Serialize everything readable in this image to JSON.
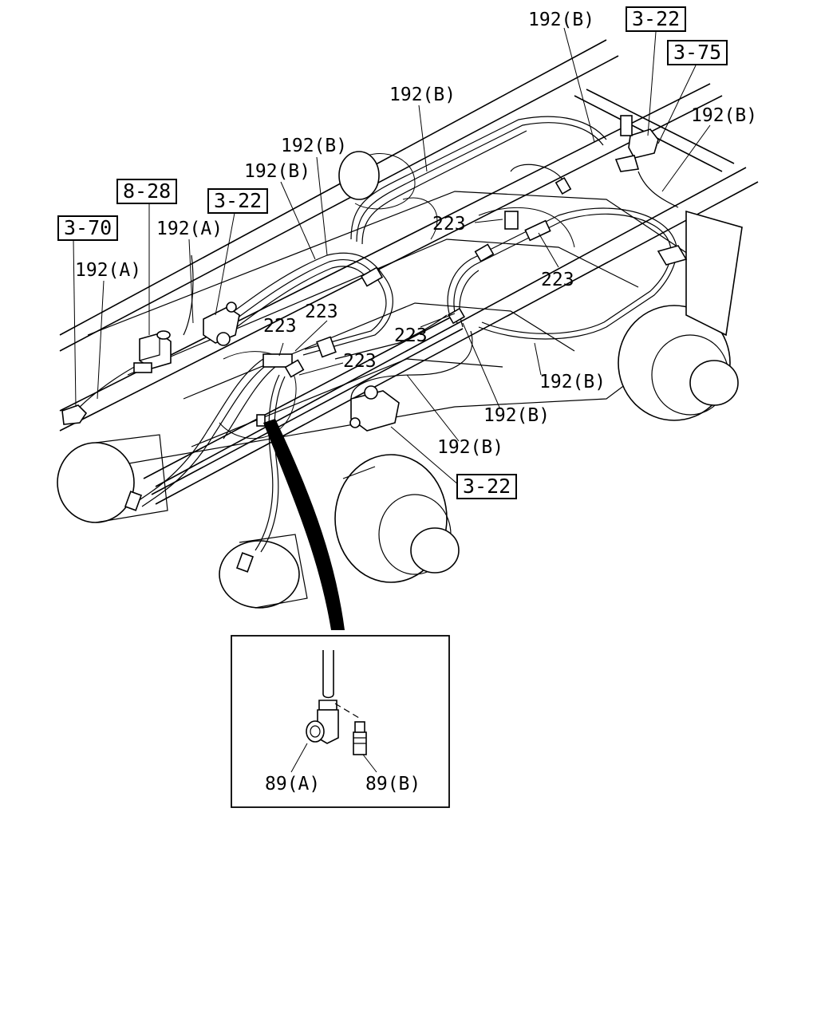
{
  "callouts": {
    "top_192b_1": "192(B)",
    "ref_3_22_top": "3-22",
    "ref_3_75": "3-75",
    "top_192b_2": "192(B)",
    "right_192b": "192(B)",
    "mid_192b_1": "192(B)",
    "mid_192b_2": "192(B)",
    "ref_8_28": "8-28",
    "ref_3_22_left": "3-22",
    "ref_3_70": "3-70",
    "left_192a_1": "192(A)",
    "left_192a_2": "192(A)",
    "c223_a": "223",
    "c223_b": "223",
    "c223_c": "223",
    "c223_d": "223",
    "c223_e": "223",
    "c223_f": "223",
    "low_192b_1": "192(B)",
    "low_192b_2": "192(B)",
    "low_192b_3": "192(B)",
    "ref_3_22_bottom": "3-22"
  },
  "detail": {
    "part_a": "89(A)",
    "part_b": "89(B)"
  },
  "icons": {
    "solenoid": "solenoid-valve-icon",
    "elbow": "elbow-fitting-icon",
    "straight": "straight-fitting-icon"
  }
}
